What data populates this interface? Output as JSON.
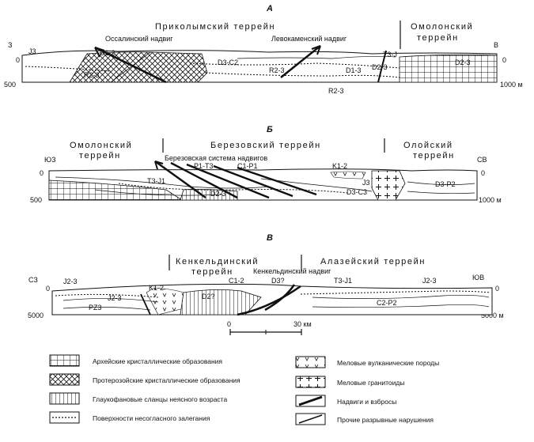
{
  "sections": [
    {
      "letter": "А",
      "terranes": [
        "Приколымский террейн",
        "Омолонский",
        "террейн"
      ],
      "faults": [
        "Оссалинский надвиг",
        "Левокаменский надвиг"
      ],
      "units": [
        "D1-2",
        "D3-C2",
        "R2-3",
        "R2-3",
        "R2-3",
        "D1-3",
        "D2-3",
        "T3-J",
        "D2-3",
        "J3"
      ],
      "ends": {
        "left": "З",
        "right": "В"
      },
      "depth_left": [
        "0",
        "500"
      ],
      "depth_right": [
        "0",
        "1000 м"
      ]
    },
    {
      "letter": "Б",
      "terranes": [
        "Омолонский",
        "террейн",
        "Березовский террейн",
        "Олойский",
        "террейн"
      ],
      "faults": [
        "Березовская система надвигов"
      ],
      "units": [
        "T3-J1",
        "D2-3",
        "P1-T3",
        "C1-P1",
        "K1-2",
        "J3",
        "D3-C3",
        "D3-P2"
      ],
      "ends": {
        "left": "ЮЗ",
        "right": "СВ"
      },
      "depth_left": [
        "0",
        "500"
      ],
      "depth_right": [
        "0",
        "1000 м"
      ]
    },
    {
      "letter": "В",
      "terranes": [
        "Кенкельдинский",
        "террейн",
        "Алазейский террейн"
      ],
      "faults": [
        "Кенкельдинский надвиг"
      ],
      "units": [
        "J2-3",
        "K1-2",
        "J2-3",
        "PZ3",
        "D2?",
        "C1-2",
        "D3?",
        "T3-J1",
        "J2-3",
        "C2-P2"
      ],
      "ends": {
        "left": "СЗ",
        "right": "ЮВ"
      },
      "depth_left": [
        "0",
        "5000"
      ],
      "depth_right": [
        "0",
        "5000 м"
      ]
    }
  ],
  "scale": {
    "start": "0",
    "end": "30 км"
  },
  "legend": [
    "Архейские кристаллические образования",
    "Протерозойские кристаллические образования",
    "Глаукофановые сланцы неясного возраста",
    "Поверхности несогласного залегания",
    "Меловые вулканические породы",
    "Меловые гранитоиды",
    "Надвиги и взбросы",
    "Прочие разрывные нарушения"
  ]
}
